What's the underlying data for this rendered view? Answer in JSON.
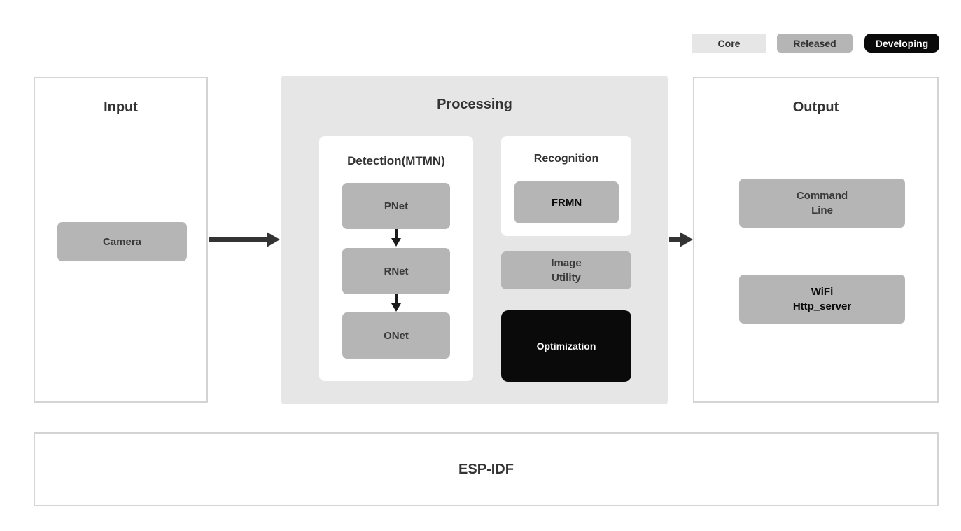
{
  "legend": {
    "core": {
      "label": "Core",
      "bg": "#e6e6e6",
      "fg": "#333333"
    },
    "released": {
      "label": "Released",
      "bg": "#b5b5b5",
      "fg": "#333333"
    },
    "developing": {
      "label": "Developing",
      "bg": "#0a0a0a",
      "fg": "#ffffff"
    }
  },
  "input": {
    "title": "Input",
    "camera": {
      "label": "Camera",
      "status": "released"
    }
  },
  "processing": {
    "title": "Processing",
    "detection": {
      "title": "Detection(MTMN)",
      "nodes": [
        "PNet",
        "RNet",
        "ONet"
      ],
      "flow": "PNet -> RNet -> ONet"
    },
    "recognition": {
      "title": "Recognition",
      "node": "FRMN"
    },
    "image_utility": {
      "line1": "Image",
      "line2": "Utility",
      "status": "released"
    },
    "optimization": {
      "label": "Optimization",
      "status": "developing"
    }
  },
  "output": {
    "title": "Output",
    "command_line": {
      "line1": "Command",
      "line2": "Line",
      "status": "released"
    },
    "wifi": {
      "line1": "WiFi",
      "line2": "Http_server",
      "status": "released"
    }
  },
  "foundation": {
    "title": "ESP-IDF"
  },
  "colors": {
    "core_bg": "#e6e6e6",
    "released_bg": "#b5b5b5",
    "developing_bg": "#0a0a0a",
    "panel_border": "#d4d4d4",
    "title_text": "#333333",
    "node_text": "#3a3a3a",
    "arrow": "#333333"
  }
}
